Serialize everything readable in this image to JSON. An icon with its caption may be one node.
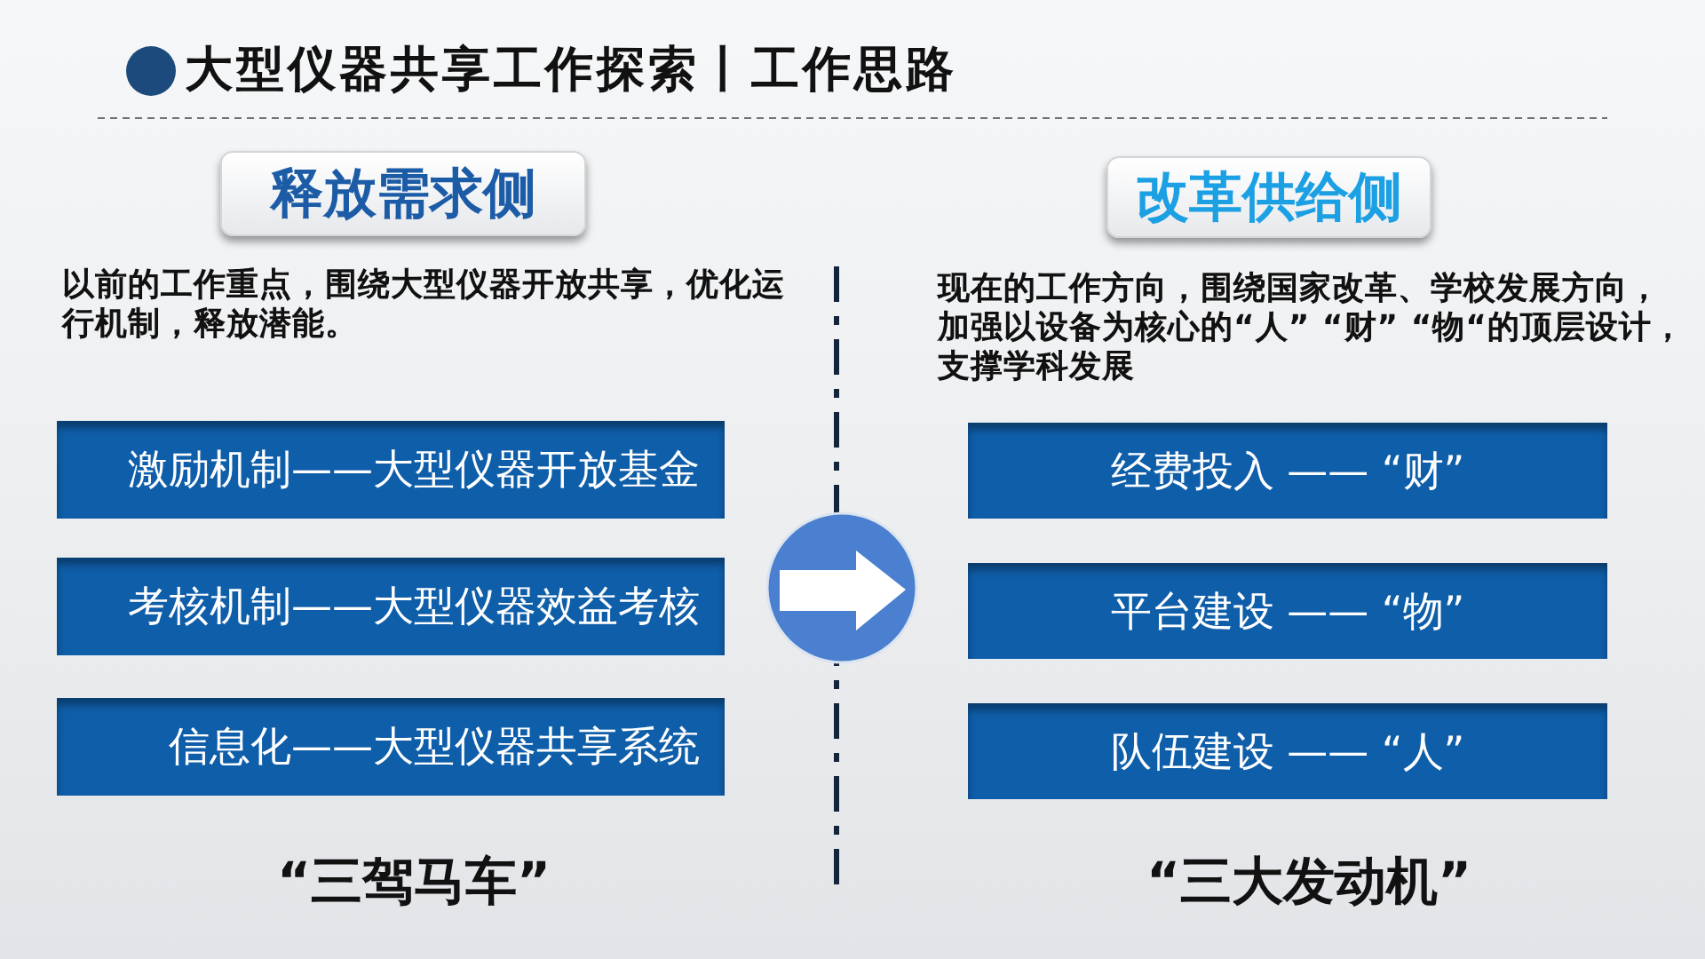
{
  "diagram": {
    "title": "大型仪器共享工作探索丨工作思路",
    "nodes": [
      {
        "text": [
          "释放需求侧"
        ]
      },
      {
        "text": [
          "激励机制——大型仪器开放基金"
        ]
      },
      {
        "text": [
          "考核机制——大型仪器效益考核"
        ]
      },
      {
        "text": [
          "信息化——大型仪器共享系统"
        ]
      },
      {
        "text": [
          "改革供给侧"
        ]
      },
      {
        "text": [
          "经费投入 —— “财”"
        ]
      },
      {
        "text": [
          "平台建设 —— “物”"
        ]
      },
      {
        "text": [
          "队伍建设 —— “人”"
        ]
      }
    ],
    "labels": [
      "以前的工作重点，围绕大型仪器开放共享，优化运行机制，释放潜能。",
      "“三驾马车”",
      "现在的工作方向，围绕国家改革、学校发展方向，加强以设备为核心的**“人” “财” “物“的顶层设计**，支撑学科发展",
      "“三大发动机”"
    ]
  }
}
